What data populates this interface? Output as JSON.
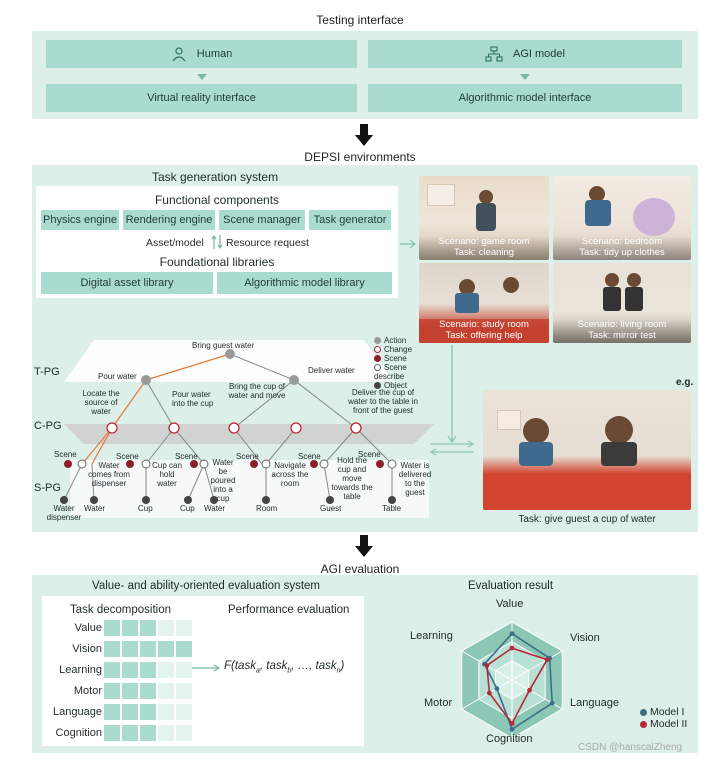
{
  "testing": {
    "title": "Testing interface",
    "human_label": "Human",
    "agi_label": "AGI model",
    "vr_label": "Virtual reality interface",
    "algo_label": "Algorithmic model interface"
  },
  "depsi": {
    "title": "DEPSI environments",
    "task_system_title": "Task generation system",
    "functional_title": "Functional components",
    "components": [
      "Physics engine",
      "Rendering engine",
      "Scene manager",
      "Task generator"
    ],
    "asset_label": "Asset/model",
    "resource_label": "Resource request",
    "foundational_title": "Foundational libraries",
    "libraries": [
      "Digital asset library",
      "Algorithmic model library"
    ],
    "scenes": [
      {
        "scenario": "Scenario: game room",
        "task": "Task: cleaning"
      },
      {
        "scenario": "Scenario: bedroom",
        "task": "Task: tidy up clothes"
      },
      {
        "scenario": "Scenario: study room",
        "task": "Task: offering help"
      },
      {
        "scenario": "Scenario: living room",
        "task": "Task: mirror test"
      }
    ],
    "eg_label": "e.g.",
    "example_caption": "Task: give guest a cup of water"
  },
  "graph": {
    "levels": [
      "T-PG",
      "C-PG",
      "S-PG"
    ],
    "legend": [
      "Action",
      "Change",
      "Scene",
      "Scene describe",
      "Object"
    ],
    "root": "Bring guest water",
    "t_nodes": [
      "Pour water",
      "Deliver water"
    ],
    "c_nodes": [
      "Locate the source of water",
      "Pour water into the cup",
      "Bring the cup of water and move",
      "Deliver the cup of water to the table in front of the guest"
    ],
    "s_nodes": [
      "Water comes from dispenser",
      "Cup can hold water",
      "Water be poured into a cup",
      "Navigate across the room",
      "Hold the cup and move towards the table",
      "Water is delivered to the guest"
    ],
    "scene_word": "Scene",
    "objects": [
      "Water dispenser",
      "Water",
      "Cup",
      "Cup",
      "Water",
      "Room",
      "Guest",
      "Table"
    ]
  },
  "evaluation": {
    "title": "AGI evaluation",
    "system_title": "Value- and ability-oriented evaluation system",
    "decomp_title": "Task decomposition",
    "perf_title": "Performance evaluation",
    "rows": [
      "Value",
      "Vision",
      "Learning",
      "Motor",
      "Language",
      "Cognition"
    ],
    "levels": [
      3,
      5,
      3,
      3,
      3,
      3
    ],
    "formula_prefix": "F(task",
    "formula_subs": [
      "a",
      "b",
      "n"
    ],
    "formula_mid": ", task",
    "formula_dots": ", …, task",
    "formula_end": ")",
    "result_title": "Evaluation result",
    "radar_axes": [
      "Value",
      "Vision",
      "Language",
      "Cognition",
      "Motor",
      "Learning"
    ],
    "models": [
      {
        "name": "Model I",
        "color": "#3a6f86",
        "values": [
          0.8,
          0.75,
          0.8,
          0.85,
          0.3,
          0.55
        ]
      },
      {
        "name": "Model II",
        "color": "#b5283b",
        "values": [
          0.55,
          0.7,
          0.35,
          0.75,
          0.45,
          0.5
        ]
      }
    ],
    "watermark": "CSDN @hanscalZheng"
  }
}
